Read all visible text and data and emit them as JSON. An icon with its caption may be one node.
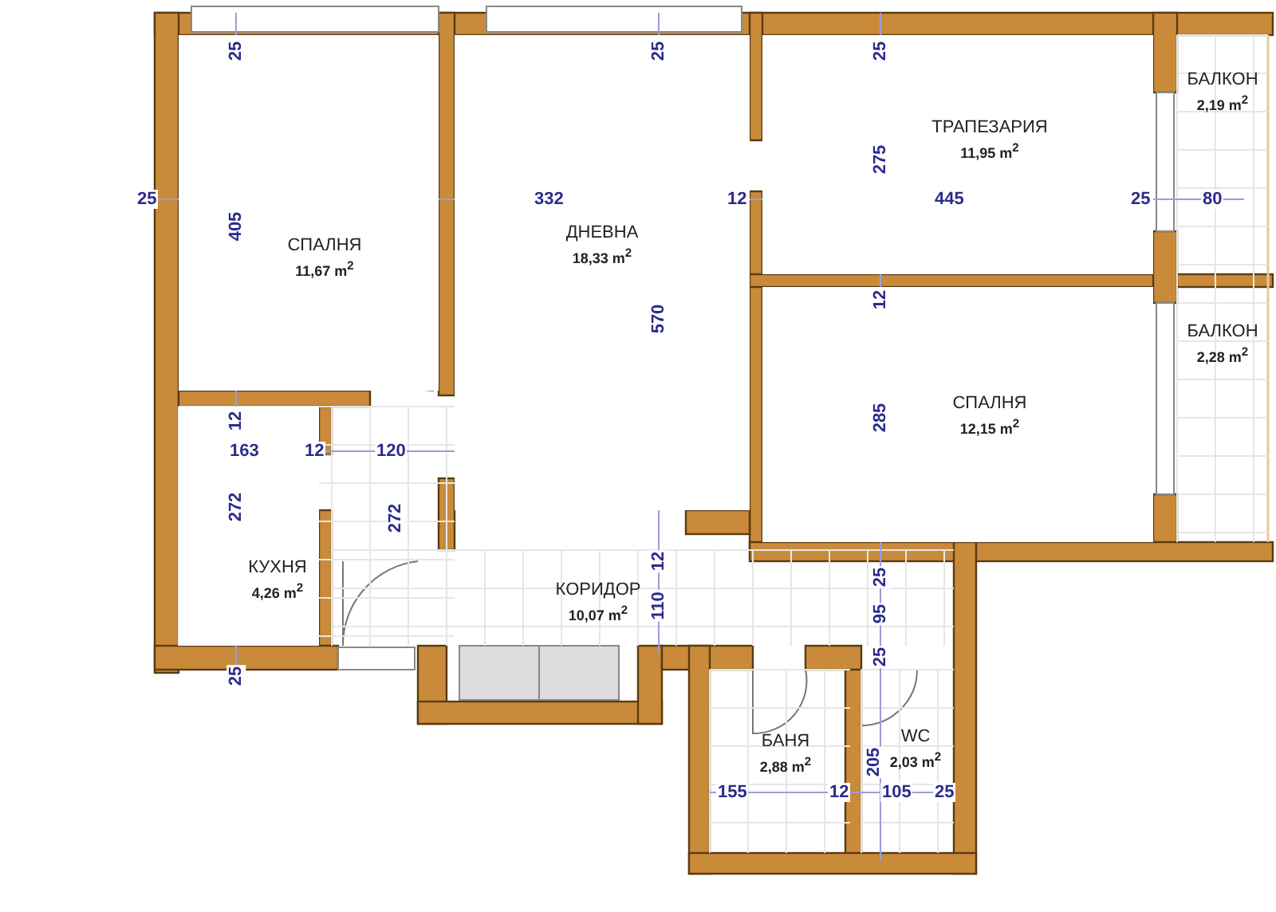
{
  "diagram": {
    "nodes": [
      {
        "text": [
          "СПАЛНЯ",
          "11,67 m$^{2}$"
        ]
      },
      {
        "text": [
          "ДНЕВНА",
          "18,33 m$^{2}$"
        ]
      },
      {
        "text": [
          "ТРАПЕЗАРИЯ",
          "11,95 m$^{2}$"
        ]
      },
      {
        "text": [
          "БАЛКОН",
          "2,19 m$^{2}$"
        ]
      },
      {
        "text": [
          "БАЛКОН",
          "2,28 m$^{2}$"
        ]
      },
      {
        "text": [
          "СПАЛНЯ",
          "12,15 m$^{2}$"
        ]
      },
      {
        "text": [
          "КУХНЯ",
          "4,26 m$^{2}$"
        ]
      },
      {
        "text": [
          "КОРИДОР",
          "10,07 m$^{2}$"
        ]
      },
      {
        "text": [
          "БАНЯ",
          "2,88 m$^{2}$"
        ]
      },
      {
        "text": [
          "WC",
          "2,03 m$^{2}$"
        ]
      }
    ],
    "labels": [
      "25",
      "25",
      "25",
      "275",
      "25",
      "332",
      "12",
      "445",
      "25",
      "80",
      "405",
      "12",
      "570",
      "285",
      "12",
      "163",
      "12",
      "120",
      "272",
      "272",
      "12",
      "25",
      "110",
      "95",
      "25",
      "25",
      "205",
      "155",
      "12",
      "105",
      "25"
    ]
  }
}
